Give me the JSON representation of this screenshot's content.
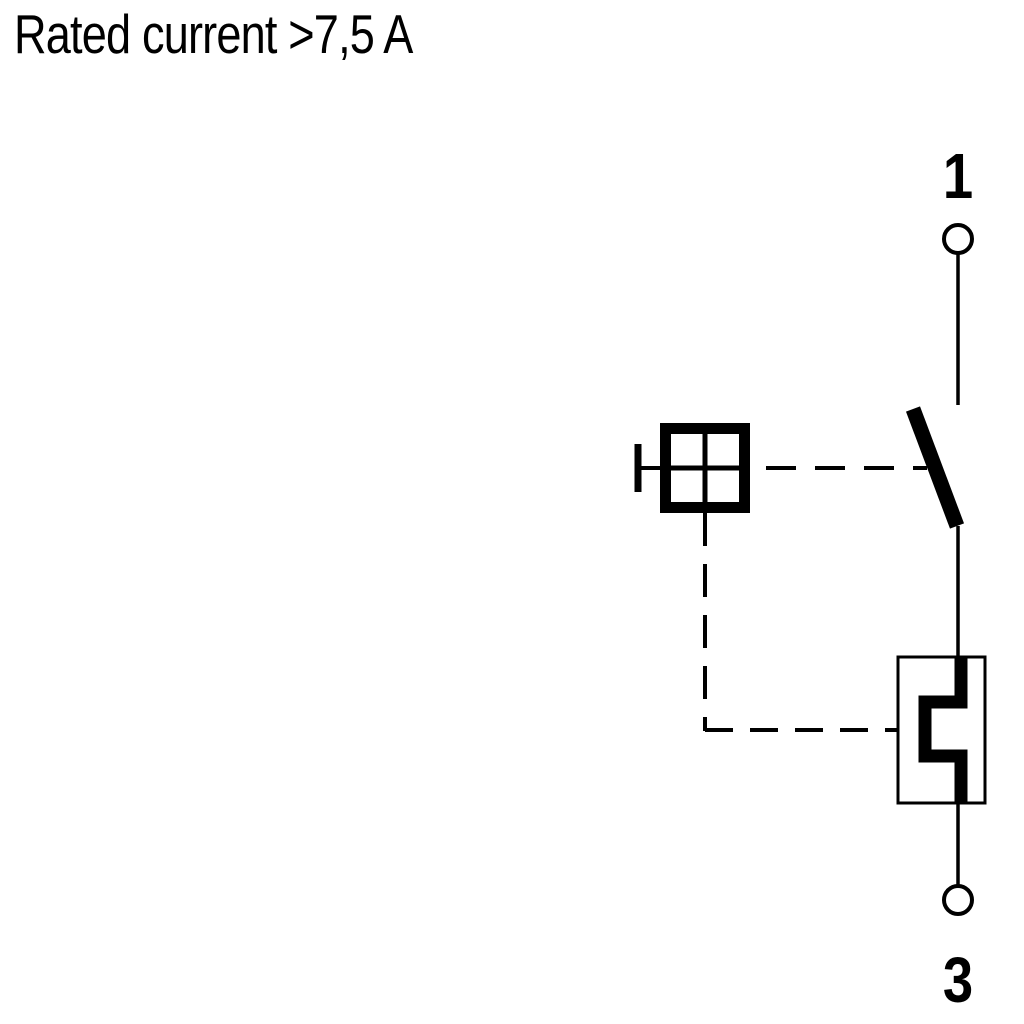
{
  "title": "Rated current >7,5 A",
  "colors": {
    "line": "#000000",
    "background": "#ffffff"
  },
  "schematic": {
    "terminals": [
      {
        "id": "top",
        "label": "1"
      },
      {
        "id": "bottom",
        "label": "3"
      }
    ],
    "components": [
      {
        "name": "operating-mechanism-box"
      },
      {
        "name": "normally-open-contact"
      },
      {
        "name": "thermal-overload-release"
      }
    ]
  }
}
